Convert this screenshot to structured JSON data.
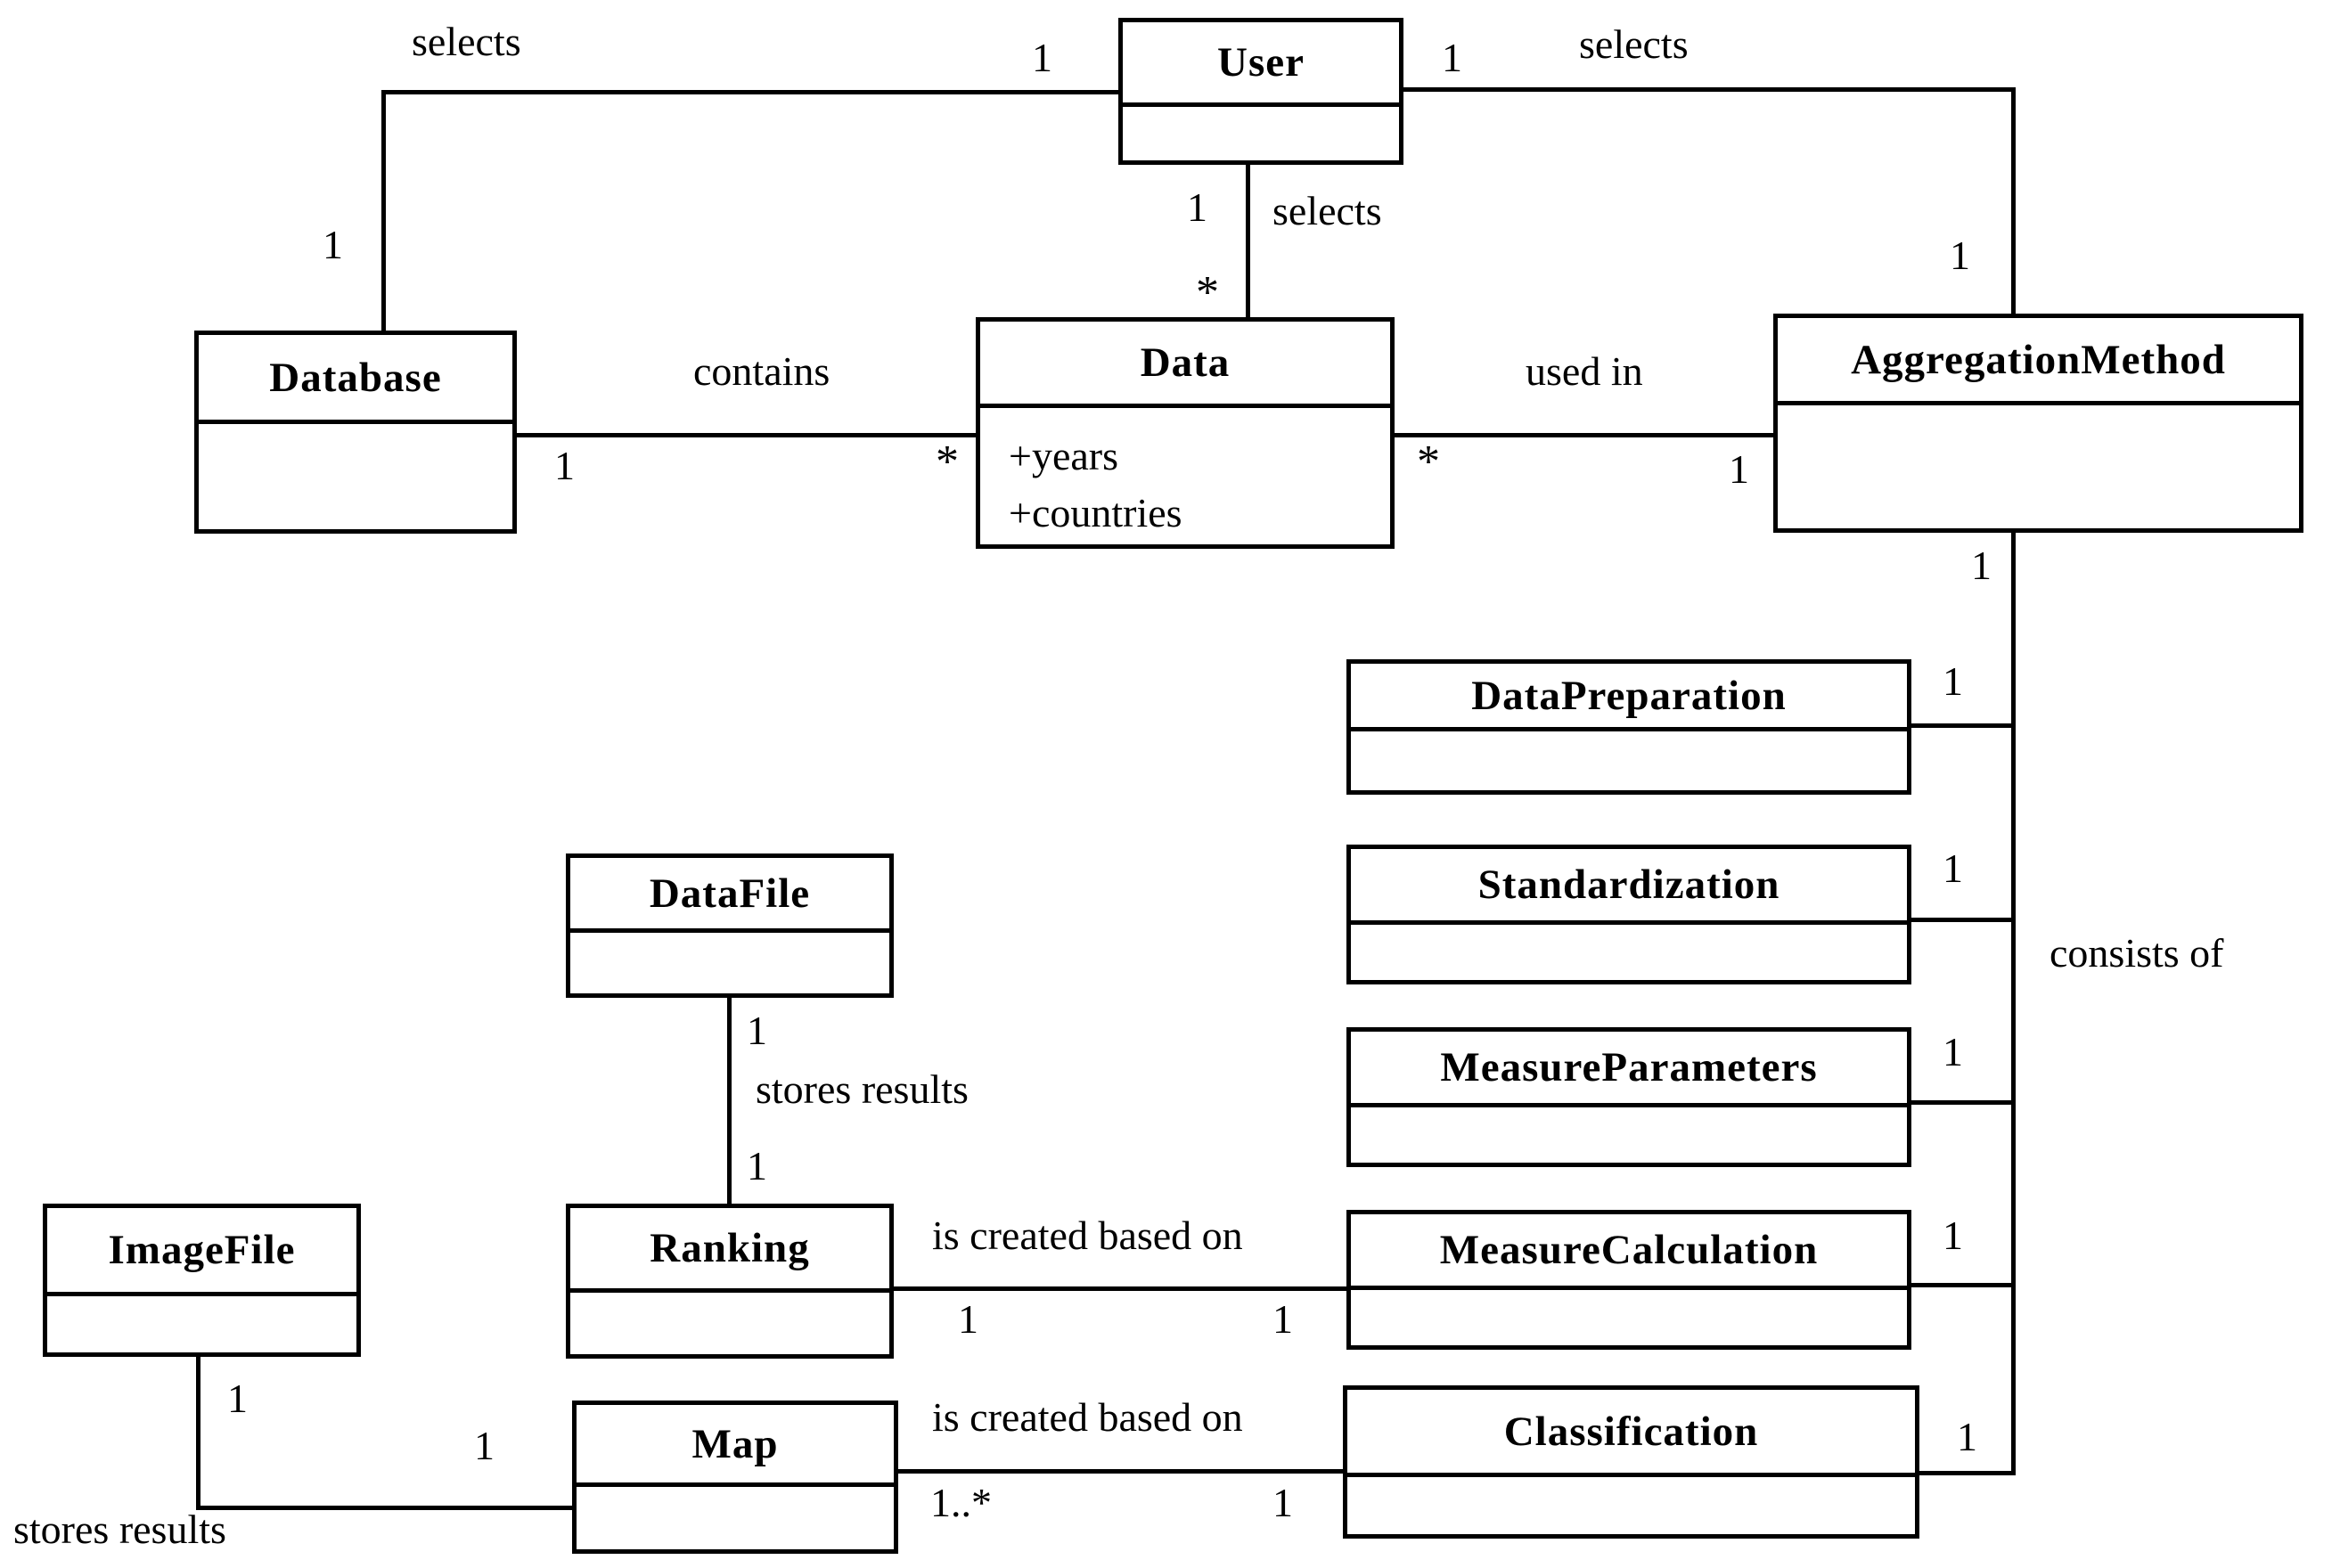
{
  "classes": {
    "user": {
      "name": "User"
    },
    "database": {
      "name": "Database"
    },
    "data": {
      "name": "Data",
      "attributes": [
        "+years",
        "+countries"
      ]
    },
    "aggregation_method": {
      "name": "AggregationMethod"
    },
    "data_preparation": {
      "name": "DataPreparation"
    },
    "standardization": {
      "name": "Standardization"
    },
    "measure_parameters": {
      "name": "MeasureParameters"
    },
    "measure_calculation": {
      "name": "MeasureCalculation"
    },
    "classification": {
      "name": "Classification"
    },
    "data_file": {
      "name": "DataFile"
    },
    "ranking": {
      "name": "Ranking"
    },
    "image_file": {
      "name": "ImageFile"
    },
    "map": {
      "name": "Map"
    }
  },
  "associations": {
    "user_database": {
      "label": "selects",
      "user_end": "1",
      "database_end": "1"
    },
    "user_data": {
      "label": "selects",
      "user_end": "1",
      "data_end": "*"
    },
    "user_aggregation": {
      "label": "selects",
      "user_end": "1",
      "aggregation_end": "1"
    },
    "database_data": {
      "label": "contains",
      "database_end": "1",
      "data_end": "*"
    },
    "data_aggregation": {
      "label": "used in",
      "data_end": "*",
      "aggregation_end": "1"
    },
    "aggregation_parts": {
      "label": "consists of",
      "aggregation_end": "1",
      "data_preparation_end": "1",
      "standardization_end": "1",
      "measure_parameters_end": "1",
      "measure_calculation_end": "1",
      "classification_end": "1"
    },
    "datafile_ranking": {
      "label": "stores results",
      "datafile_end": "1",
      "ranking_end": "1"
    },
    "ranking_measure_calculation": {
      "label": "is created based on",
      "ranking_end": "1",
      "measure_calculation_end": "1"
    },
    "map_classification": {
      "label": "is created based on",
      "map_end": "1..*",
      "classification_end": "1"
    },
    "imagefile_map": {
      "label": "stores results",
      "imagefile_end": "1",
      "map_end": "1"
    }
  },
  "colors": {
    "line": "#000000",
    "background": "#ffffff"
  }
}
